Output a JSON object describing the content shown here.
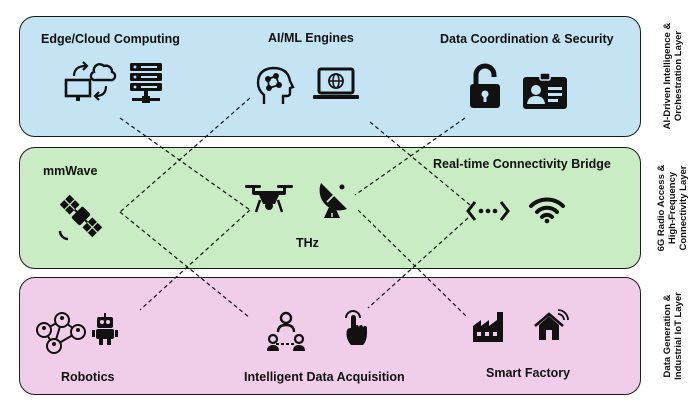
{
  "colors": {
    "top_layer": "#c4e4f4",
    "mid_layer": "#c9ecc4",
    "bot_layer": "#f0cde8",
    "ink": "#111111"
  },
  "layers": {
    "top": {
      "side_label_1": "AI-Driven Intelligence &",
      "side_label_2": "Orchestration Layer",
      "groups": [
        {
          "label": "Edge/Cloud Computing",
          "icons": [
            "monitor-cloud-sync-icon",
            "server-rack-icon"
          ]
        },
        {
          "label": "AI/ML Engines",
          "icons": [
            "brain-head-icon",
            "laptop-globe-icon"
          ]
        },
        {
          "label": "Data Coordination & Security",
          "icons": [
            "padlock-open-icon",
            "id-badge-icon"
          ]
        }
      ]
    },
    "mid": {
      "side_label_1": "6G Radio Access &",
      "side_label_2": "High-Frequency",
      "side_label_3": "Connectivity Layer",
      "groups": [
        {
          "label": "mmWave",
          "icons": [
            "satellite-icon"
          ]
        },
        {
          "label": "THz",
          "icons": [
            "drone-icon",
            "satellite-dish-icon"
          ]
        },
        {
          "label": "Real-time Connectivity Bridge",
          "icons": [
            "link-arrows-icon",
            "wifi-icon"
          ]
        }
      ]
    },
    "bot": {
      "side_label_1": "Data Generation &",
      "side_label_2": "Industrial IoT Layer",
      "groups": [
        {
          "label": "Robotics",
          "icons": [
            "network-people-icon",
            "robot-icon"
          ]
        },
        {
          "label": "Intelligent Data Acquisition",
          "icons": [
            "people-network-icon",
            "touch-hand-icon"
          ]
        },
        {
          "label": "Smart Factory",
          "icons": [
            "factory-icon",
            "smart-home-icon"
          ]
        }
      ]
    }
  }
}
